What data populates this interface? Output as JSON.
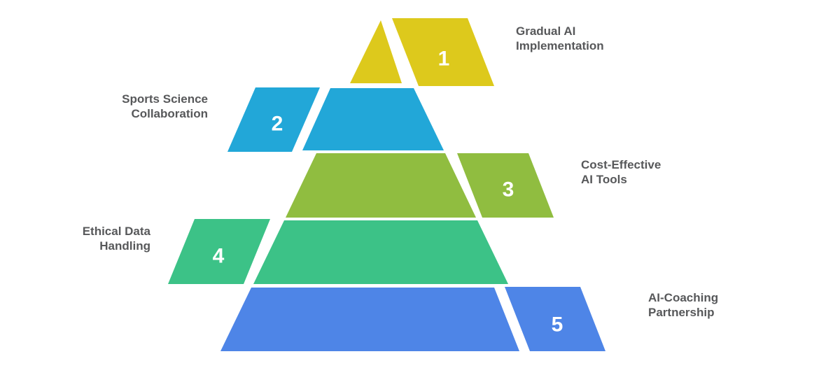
{
  "diagram": {
    "type": "staggered-pyramid",
    "title": "",
    "background_color": "#ffffff",
    "label_text_color": "#57585a",
    "number_text_color": "#ffffff",
    "levels": [
      {
        "number": "1",
        "label_lines": [
          "Gradual AI",
          "Implementation"
        ],
        "color": "#ddc91c",
        "label_side": "right"
      },
      {
        "number": "2",
        "label_lines": [
          "Sports Science",
          "Collaboration"
        ],
        "color": "#22a7d8",
        "label_side": "left"
      },
      {
        "number": "3",
        "label_lines": [
          "Cost-Effective",
          "AI Tools"
        ],
        "color": "#90bd40",
        "label_side": "right"
      },
      {
        "number": "4",
        "label_lines": [
          "Ethical Data",
          "Handling"
        ],
        "color": "#3cc287",
        "label_side": "left"
      },
      {
        "number": "5",
        "label_lines": [
          "AI-Coaching",
          "Partnership"
        ],
        "color": "#4e85e7",
        "label_side": "right"
      }
    ]
  }
}
